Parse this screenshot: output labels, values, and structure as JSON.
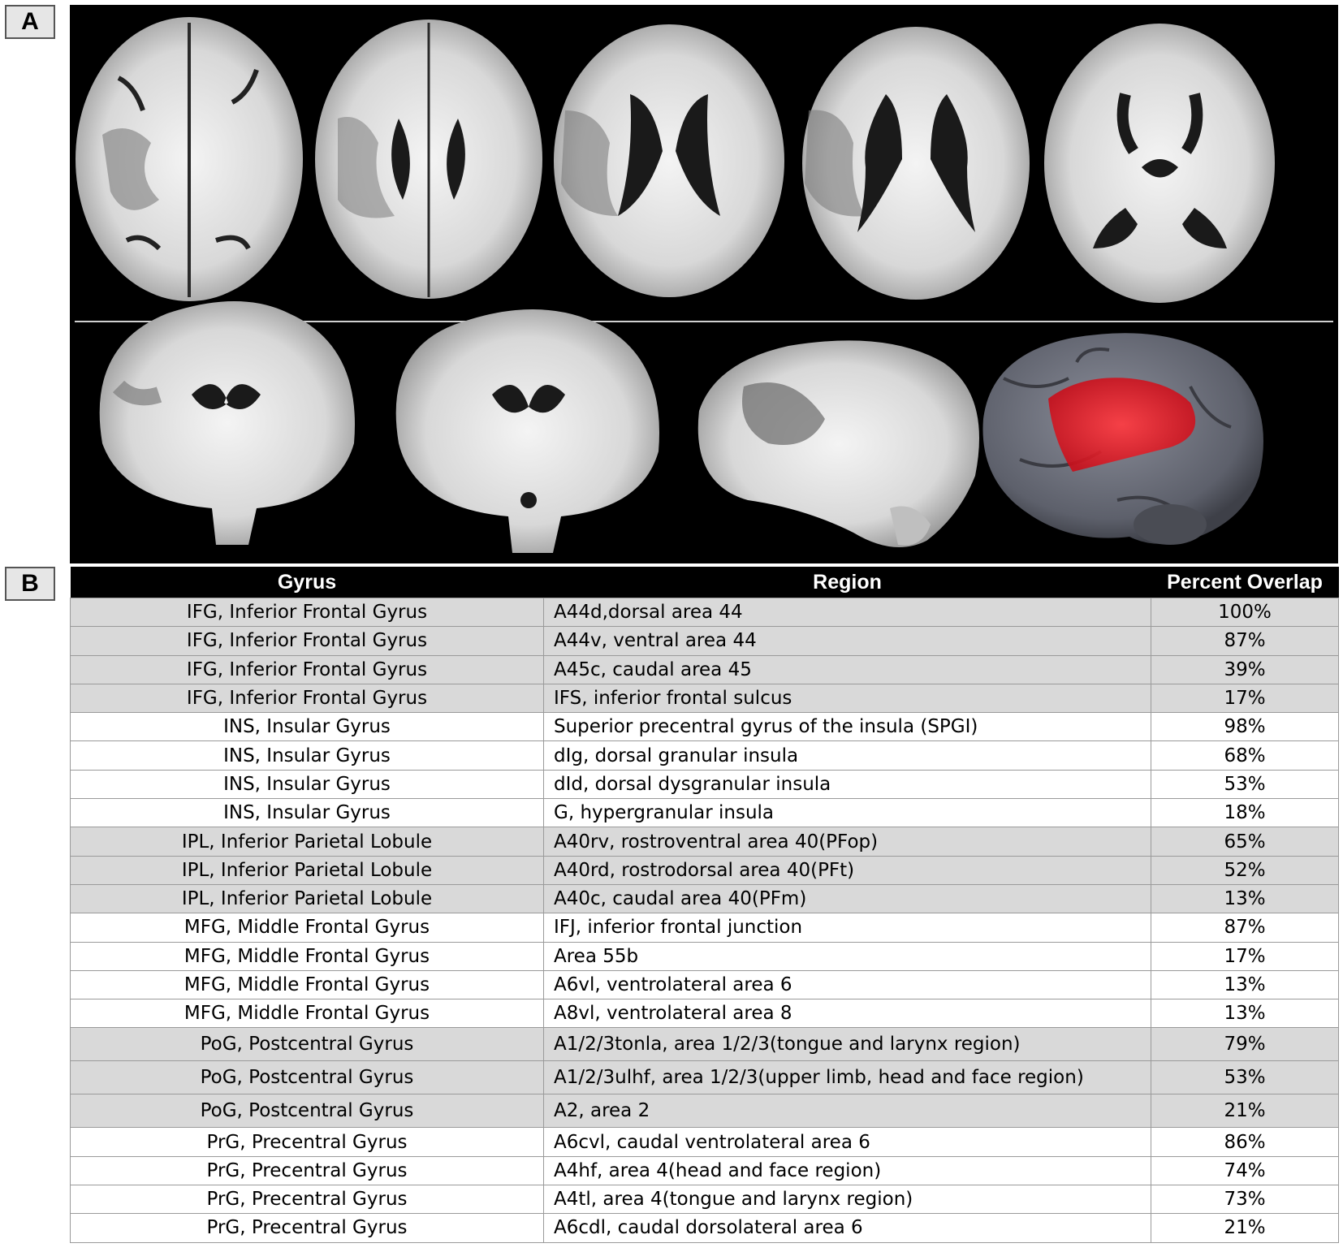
{
  "panel_labels": {
    "a": "A",
    "b": "B"
  },
  "figure_a": {
    "axial_slices": 5,
    "lower_images": [
      "coronal-slice",
      "coronal-slice",
      "sagittal-slice",
      "3d-brain-render"
    ],
    "lesion_color": "#e8202a",
    "background": "#000000"
  },
  "table": {
    "headers": {
      "gyrus": "Gyrus",
      "region": "Region",
      "percent": "Percent Overlap"
    },
    "rows": [
      {
        "gyrus": "IFG, Inferior Frontal Gyrus",
        "region": "A44d,dorsal area 44",
        "percent": "100%"
      },
      {
        "gyrus": "IFG, Inferior Frontal Gyrus",
        "region": "A44v, ventral area 44",
        "percent": "87%"
      },
      {
        "gyrus": "IFG, Inferior Frontal Gyrus",
        "region": "A45c, caudal area 45",
        "percent": "39%"
      },
      {
        "gyrus": "IFG, Inferior Frontal Gyrus",
        "region": "IFS, inferior frontal sulcus",
        "percent": "17%"
      },
      {
        "gyrus": "INS, Insular Gyrus",
        "region": "Superior precentral gyrus of the insula (SPGI)",
        "percent": "98%"
      },
      {
        "gyrus": "INS, Insular Gyrus",
        "region": "dIg, dorsal granular insula",
        "percent": "68%"
      },
      {
        "gyrus": "INS, Insular Gyrus",
        "region": "dId, dorsal dysgranular insula",
        "percent": "53%"
      },
      {
        "gyrus": "INS, Insular Gyrus",
        "region": "G, hypergranular insula",
        "percent": "18%"
      },
      {
        "gyrus": "IPL, Inferior Parietal Lobule",
        "region": "A40rv, rostroventral area 40(PFop)",
        "percent": "65%"
      },
      {
        "gyrus": "IPL, Inferior Parietal Lobule",
        "region": "A40rd, rostrodorsal area 40(PFt)",
        "percent": "52%"
      },
      {
        "gyrus": "IPL, Inferior Parietal Lobule",
        "region": "A40c, caudal area 40(PFm)",
        "percent": "13%"
      },
      {
        "gyrus": "MFG, Middle Frontal Gyrus",
        "region": "IFJ, inferior frontal junction",
        "percent": "87%"
      },
      {
        "gyrus": "MFG, Middle Frontal Gyrus",
        "region": "Area 55b",
        "percent": "17%"
      },
      {
        "gyrus": "MFG, Middle Frontal Gyrus",
        "region": "A6vl, ventrolateral area 6",
        "percent": "13%"
      },
      {
        "gyrus": "MFG, Middle Frontal Gyrus",
        "region": "A8vl, ventrolateral area 8",
        "percent": "13%"
      },
      {
        "gyrus": "PoG, Postcentral Gyrus",
        "region": "A1/2/3tonla, area 1/2/3(tongue and larynx region)",
        "percent": "79%"
      },
      {
        "gyrus": "PoG, Postcentral Gyrus",
        "region": "A1/2/3ulhf, area 1/2/3(upper limb, head and face region)",
        "percent": "53%"
      },
      {
        "gyrus": "PoG, Postcentral Gyrus",
        "region": "A2, area 2",
        "percent": "21%"
      },
      {
        "gyrus": "PrG, Precentral Gyrus",
        "region": "A6cvl, caudal ventrolateral area 6",
        "percent": "86%"
      },
      {
        "gyrus": "PrG, Precentral Gyrus",
        "region": "A4hf, area 4(head and face region)",
        "percent": "74%"
      },
      {
        "gyrus": "PrG, Precentral Gyrus",
        "region": "A4tl, area 4(tongue and larynx region)",
        "percent": "73%"
      },
      {
        "gyrus": "PrG, Precentral Gyrus",
        "region": "A6cdl, caudal dorsolateral area 6",
        "percent": "21%"
      }
    ]
  }
}
